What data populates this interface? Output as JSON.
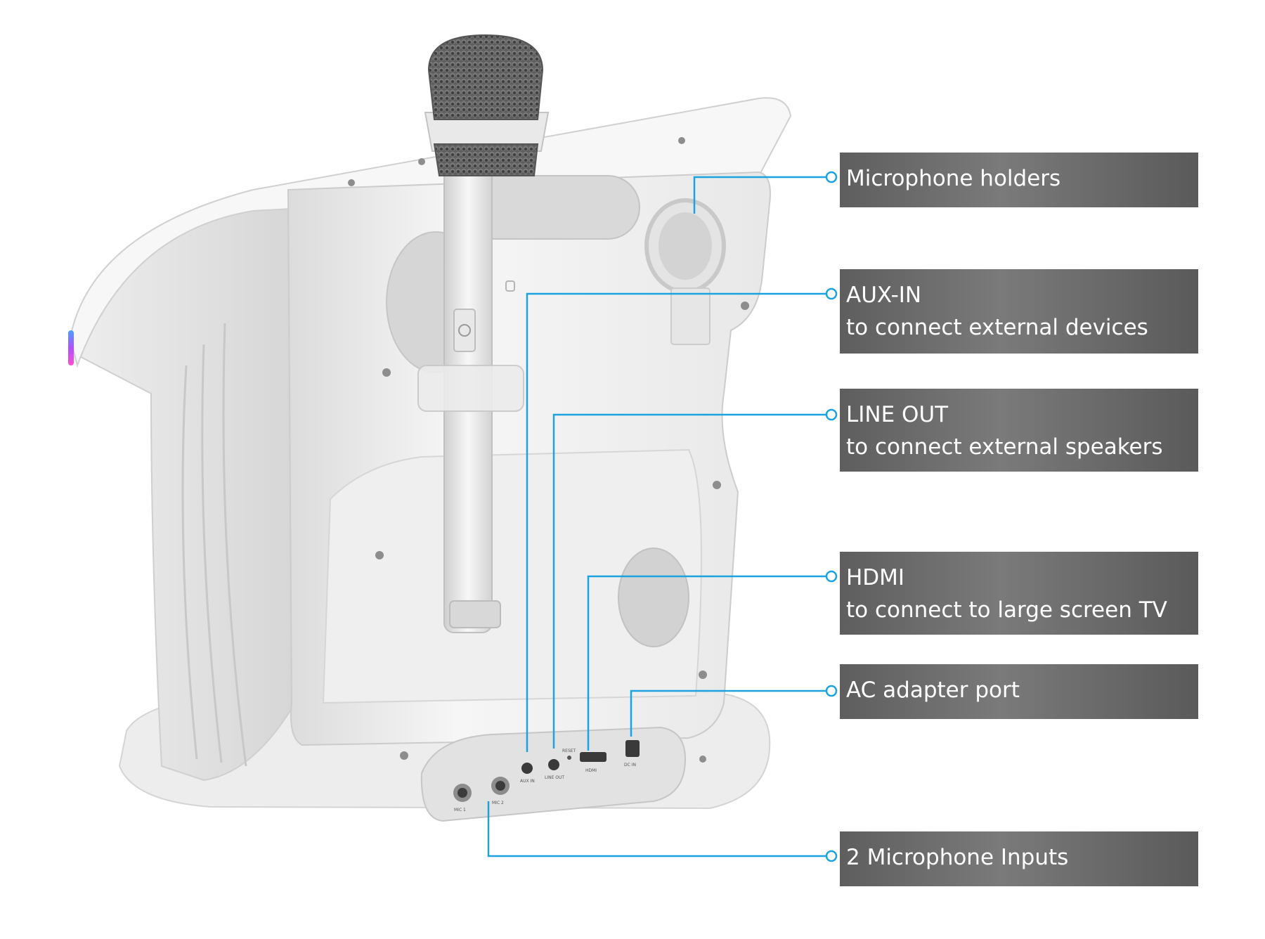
{
  "colors": {
    "leader_line": "#1aa3e0",
    "label_background": "#666666",
    "label_text": "#ffffff",
    "device_body": "#f2f2f2"
  },
  "device": {
    "name_icon": "karaoke-speaker-rear-view",
    "microphone_icon": "wireless-microphone-icon",
    "port_labels": {
      "mic1": "MIC 1",
      "mic2": "MIC 2",
      "aux_in": "AUX IN",
      "line_out": "LINE OUT",
      "reset": "RESET",
      "hdmi": "HDMI",
      "dc_in": "DC IN"
    }
  },
  "callouts": [
    {
      "id": "microphone-holders",
      "lines": [
        "Microphone holders"
      ]
    },
    {
      "id": "aux-in",
      "lines": [
        "AUX-IN",
        "to connect external devices"
      ]
    },
    {
      "id": "line-out",
      "lines": [
        "LINE OUT",
        "to connect external speakers"
      ]
    },
    {
      "id": "hdmi",
      "lines": [
        "HDMI",
        "to connect to large screen TV"
      ]
    },
    {
      "id": "ac-adapter-port",
      "lines": [
        "AC adapter port"
      ]
    },
    {
      "id": "microphone-inputs",
      "lines": [
        "2 Microphone Inputs"
      ]
    }
  ]
}
